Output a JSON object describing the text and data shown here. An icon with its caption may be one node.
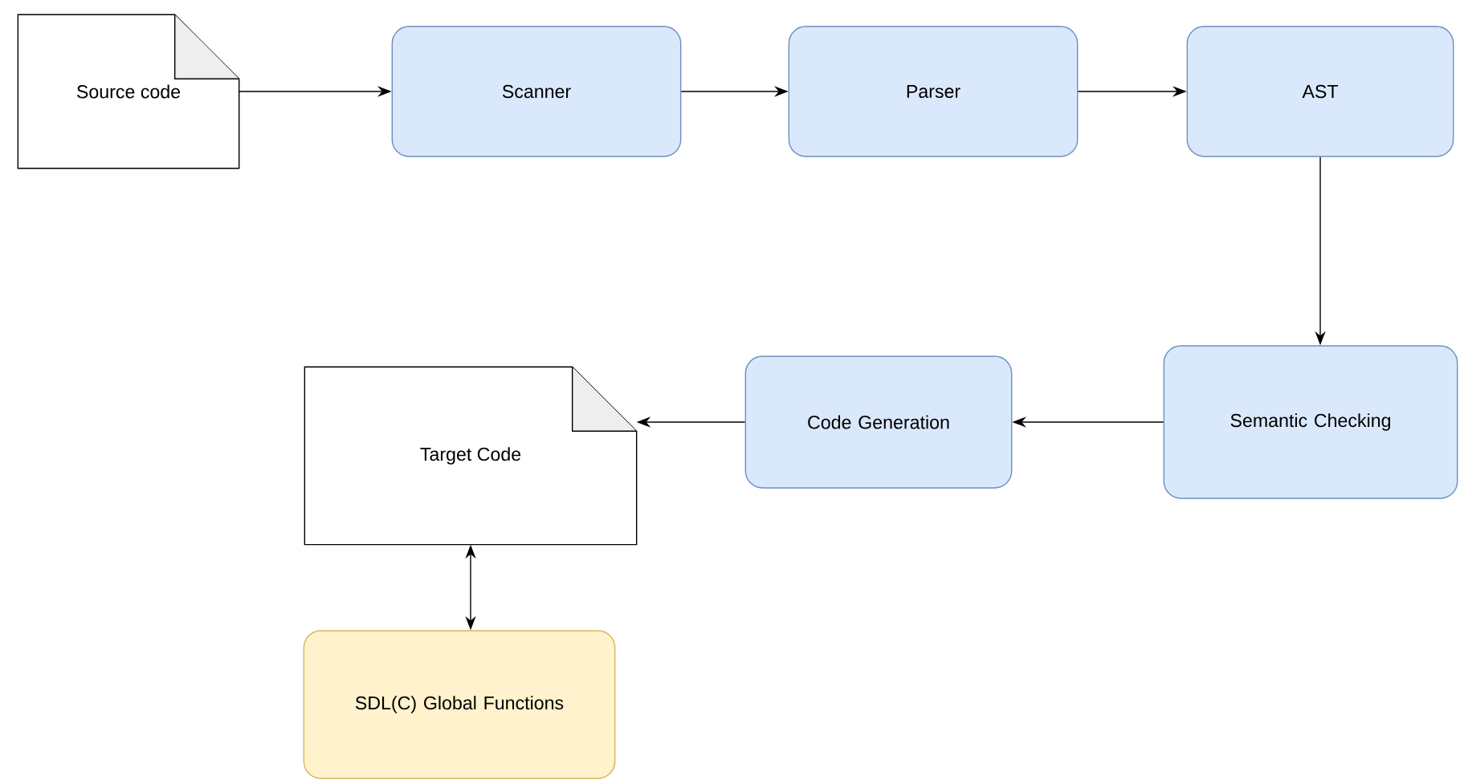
{
  "diagram": {
    "nodes": [
      {
        "text": [
          "Source code"
        ]
      },
      {
        "text": [
          "Scanner"
        ]
      },
      {
        "text": [
          "Parser"
        ]
      },
      {
        "text": [
          "AST"
        ]
      },
      {
        "text": [
          "Semantic Checking"
        ]
      },
      {
        "text": [
          "Code Generation"
        ]
      },
      {
        "text": [
          "Target Code"
        ]
      },
      {
        "text": [
          "SDL(C) Global Functions"
        ]
      }
    ],
    "edges": [
      {
        "from": 0,
        "to": 1,
        "arrow": "to"
      },
      {
        "from": 1,
        "to": 2,
        "arrow": "to"
      },
      {
        "from": 2,
        "to": 3,
        "arrow": "to"
      },
      {
        "from": 3,
        "to": 4,
        "arrow": "to"
      },
      {
        "from": 4,
        "to": 5,
        "arrow": "to"
      },
      {
        "from": 5,
        "to": 6,
        "arrow": "to"
      },
      {
        "from": 6,
        "to": 7,
        "arrow": "both"
      }
    ]
  }
}
